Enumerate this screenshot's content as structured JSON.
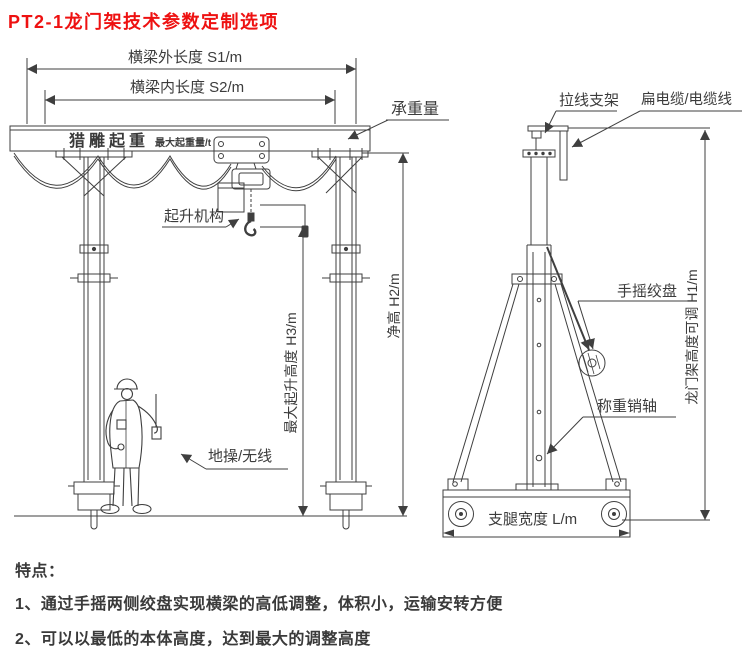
{
  "title": "PT2-1龙门架技术参数定制选项",
  "front_view": {
    "dim_beam_outer": "横梁外长度 S1/m",
    "dim_beam_inner": "横梁内长度 S2/m",
    "load_capacity_label": "承重量",
    "beam_brand": "猎雕起重",
    "beam_capacity_note": "最大起重量/t",
    "hoist_label": "起升机构",
    "dim_max_lift_height": "最大起升高度 H3/m",
    "dim_clear_height": "净高 H2/m",
    "remote_label": "地操/无线"
  },
  "side_view": {
    "cable_bracket_label": "拉线支架",
    "flat_cable_label": "扁电缆/电缆线",
    "hand_winch_label": "手摇绞盘",
    "weighing_pin_label": "称重销轴",
    "dim_adjustable_height": "龙门架高度可调 H1/m",
    "dim_leg_width": "支腿宽度 L/m"
  },
  "features": {
    "heading": "特点：",
    "items": [
      "1、通过手摇两侧绞盘实现横梁的高低调整，体积小，运输安转方便",
      "2、可以以最低的本体高度，达到最大的调整高度"
    ]
  },
  "colors": {
    "title_red": "#ee1111",
    "line": "#3f3f3f",
    "text": "#3c3c3c"
  }
}
